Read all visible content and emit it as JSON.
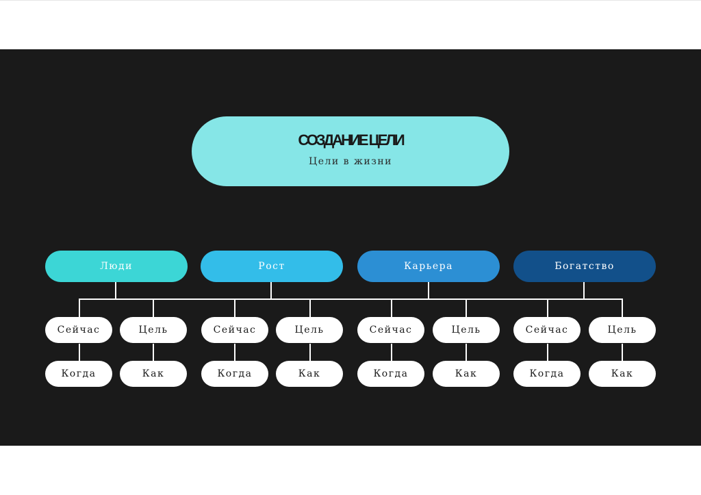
{
  "title": {
    "main": "СОЗДАНИЕ ЦЕЛИ",
    "subtitle": "Цели в жизни"
  },
  "categories": [
    {
      "label": "Люди",
      "color": "#3cd6d6"
    },
    {
      "label": "Рост",
      "color": "#33bde9"
    },
    {
      "label": "Карьера",
      "color": "#2c8fd4"
    },
    {
      "label": "Богатство",
      "color": "#12508a"
    }
  ],
  "leaves": {
    "now": "Сейчас",
    "goal": "Цель",
    "when": "Когда",
    "how": "Как"
  }
}
